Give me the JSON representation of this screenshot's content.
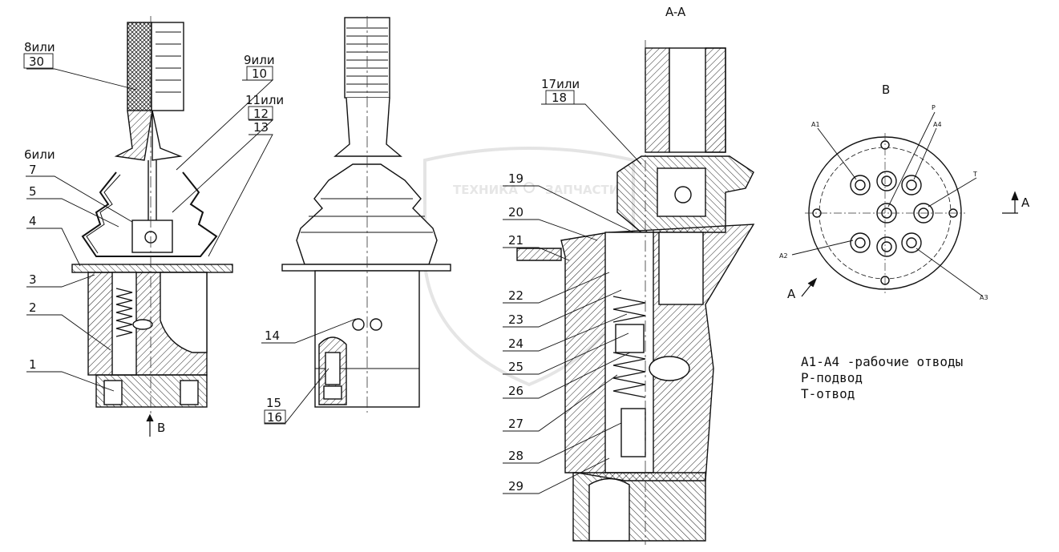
{
  "section_title": "A-A",
  "view_b_title": "B",
  "labels": {
    "l1": "1",
    "l2": "2",
    "l3": "3",
    "l4": "4",
    "l5": "5",
    "l6": "6или",
    "l7": "7",
    "l8": "8или",
    "l30": "30",
    "l9": "9или",
    "l10": "10",
    "l11": "11или",
    "l12": "12",
    "l13": "13",
    "l14": "14",
    "l15": "15",
    "l16": "16",
    "l17": "17или",
    "l18": "18",
    "l19": "19",
    "l20": "20",
    "l21": "21",
    "l22": "22",
    "l23": "23",
    "l24": "24",
    "l25": "25",
    "l26": "26",
    "l27": "27",
    "l28": "28",
    "l29": "29"
  },
  "view_arrow_b": "B",
  "section_marks": {
    "right": "A",
    "bottom": "A"
  },
  "ports": {
    "a1": "A1",
    "a2": "A2",
    "a3": "A3",
    "a4": "A4",
    "p": "P",
    "t": "T"
  },
  "legend": {
    "line1": "А1-А4 -рабочие отводы",
    "line2": "Р-подвод",
    "line3": "Т-отвод"
  },
  "watermark": {
    "left": "ТЕХНИКА",
    "right": "ЗАПЧАСТИ"
  }
}
